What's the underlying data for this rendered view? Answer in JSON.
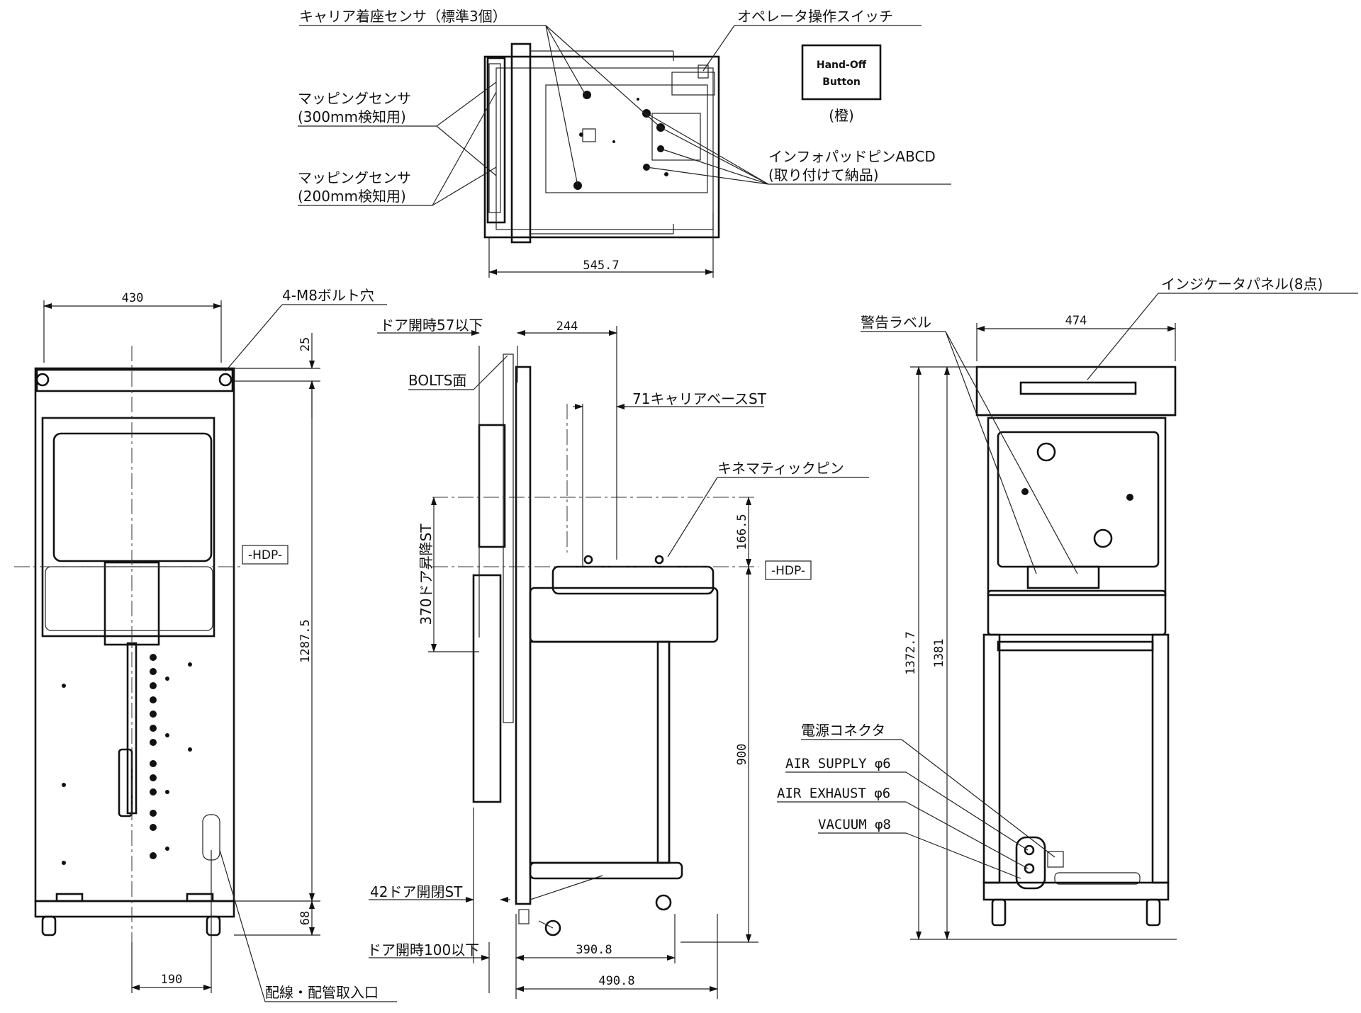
{
  "labels": {
    "carrier_seat_sensor": "キャリア着座センサ（標準3個）",
    "operator_switch": "オペレータ操作スイッチ",
    "mapping_300_a": "マッピングセンサ",
    "mapping_300_b": "(300mm検知用)",
    "mapping_200_a": "マッピングセンサ",
    "mapping_200_b": "(200mm検知用)",
    "infopad_a": "インフォパッドピンABCD",
    "infopad_b": "(取り付けて納品)",
    "handoff_1": "Hand-Off",
    "handoff_2": "Button",
    "handoff_color": "(橙)",
    "bolt_holes": "4-M8ボルト穴",
    "hdp_left": "-HDP-",
    "hdp_mid": "-HDP-",
    "door_open_57": "ドア開時57以下",
    "bolts_face": "BOLTS面",
    "carrier_base_st": "71キャリアベースST",
    "kinematic_pin": "キネマティックピン",
    "door_lift_st": "370ドア昇降ST",
    "door_open_close_st": "42ドア開閉ST",
    "door_open_100": "ドア開時100以下",
    "wiring_entry": "配線・配管取入口",
    "indicator_panel": "インジケータパネル(8点)",
    "warning_label": "警告ラベル",
    "power_connector": "電源コネクタ",
    "air_supply": "AIR SUPPLY φ6",
    "air_exhaust": "AIR EXHAUST φ6",
    "vacuum": "VACUUM φ8"
  },
  "dims": {
    "top_width": "545.7",
    "front_width": "430",
    "front_top": "25",
    "front_height": "1287.5",
    "front_bottom": "68",
    "front_entry": "190",
    "side_244": "244",
    "side_1665": "166.5",
    "side_900": "900",
    "side_3908": "390.8",
    "side_4908": "490.8",
    "rear_width": "474",
    "rear_13727": "1372.7",
    "rear_1381": "1381"
  }
}
